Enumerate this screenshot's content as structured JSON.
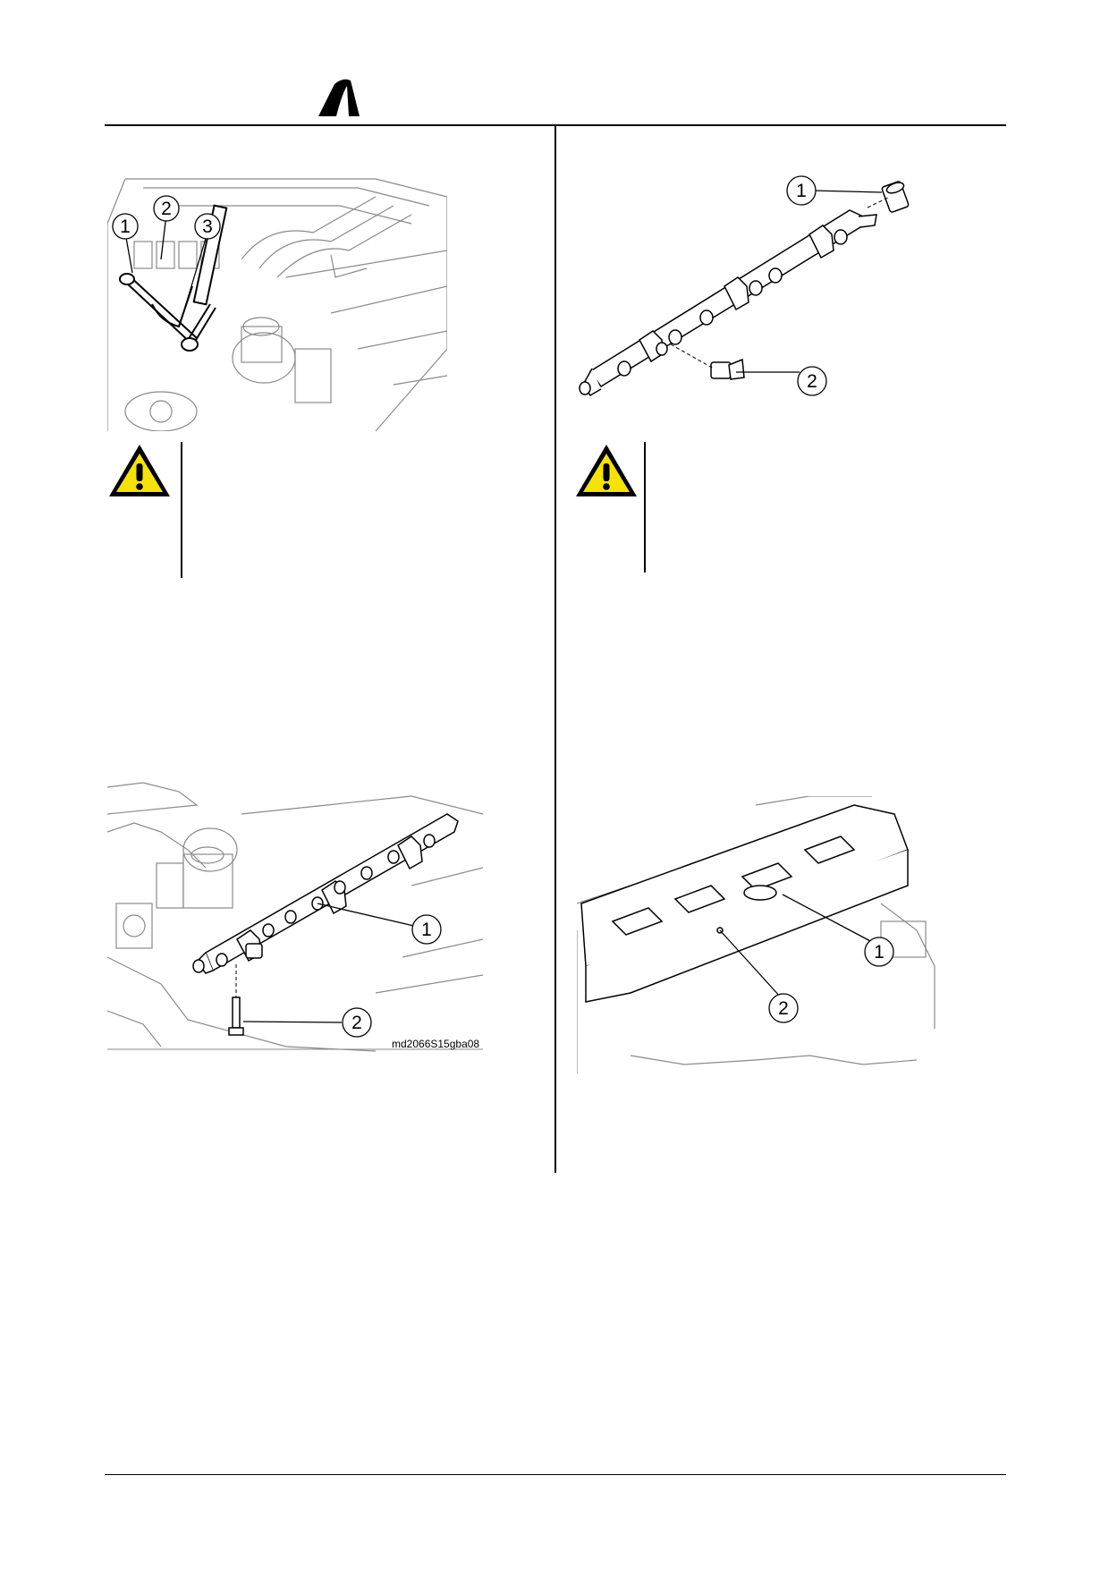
{
  "page": {
    "header_logo": "trident-logo-icon",
    "figures": [
      {
        "id": "fig-top-left",
        "callouts": [
          "1",
          "2",
          "3"
        ]
      },
      {
        "id": "fig-top-right",
        "callouts": [
          "1",
          "2"
        ]
      },
      {
        "id": "fig-bottom-left",
        "callouts": [
          "1",
          "2"
        ],
        "caption": "md2066S15gba08"
      },
      {
        "id": "fig-bottom-right",
        "callouts": [
          "1",
          "2"
        ]
      }
    ],
    "warnings": [
      {
        "icon": "warning-triangle-icon"
      },
      {
        "icon": "warning-triangle-icon"
      }
    ],
    "colors": {
      "warning_fill": "#f4e20a",
      "line": "#000000",
      "drawing": "#8a8a8a"
    }
  }
}
